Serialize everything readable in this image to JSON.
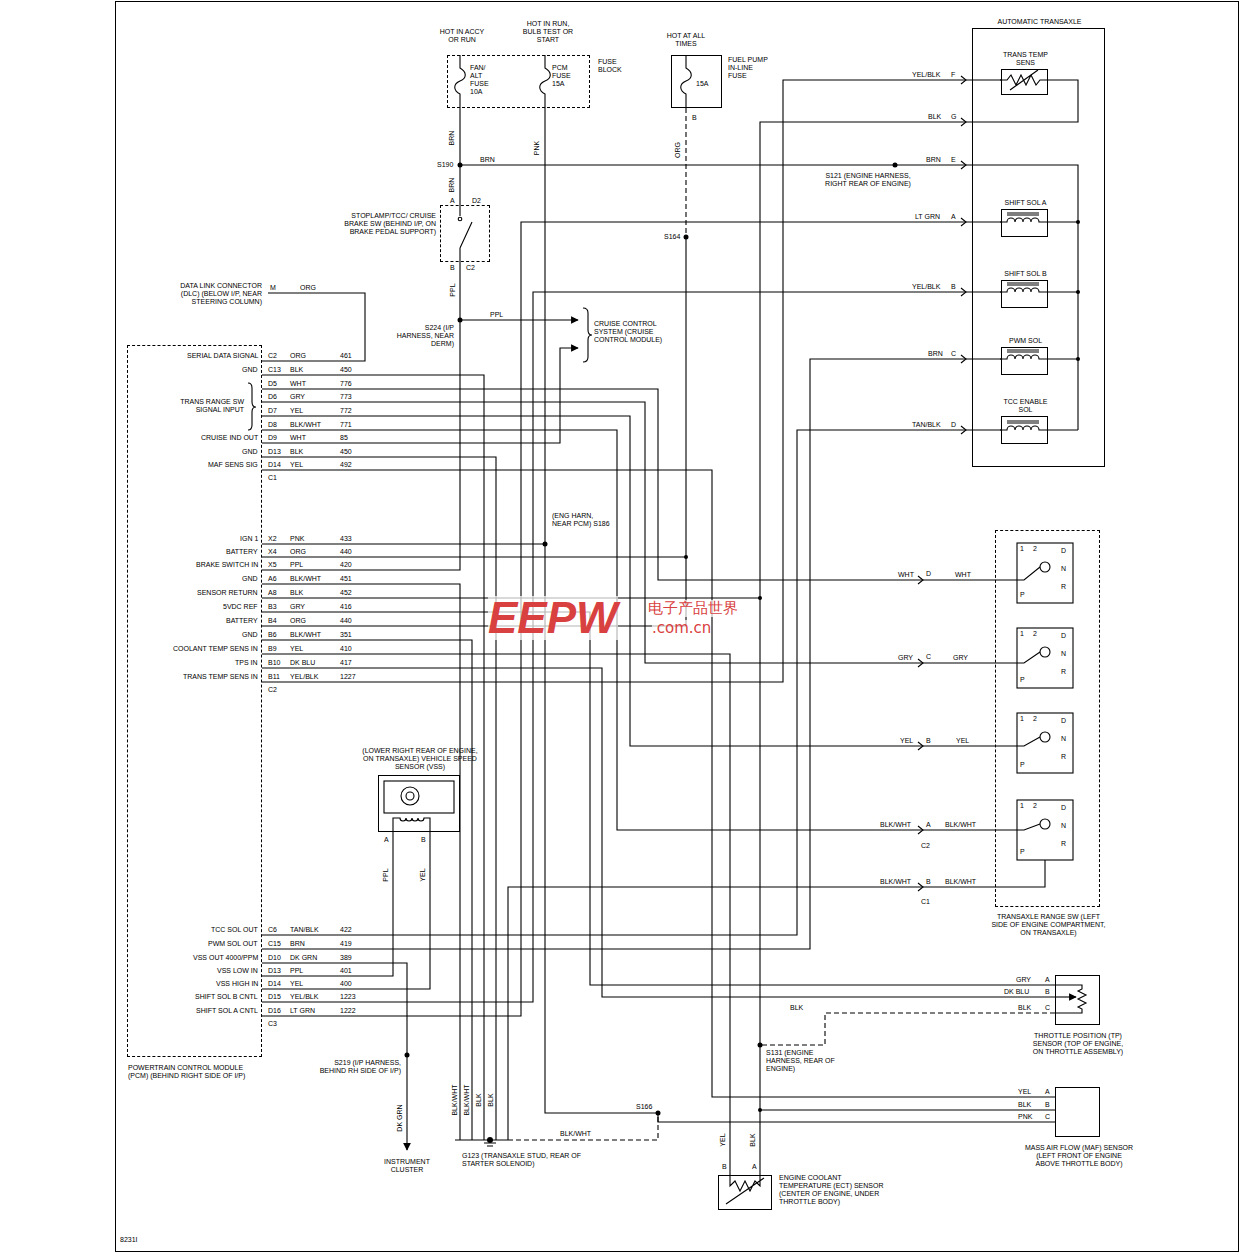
{
  "diagram": {
    "nodes": [
      {
        "text": [
          "FUSE BLOCK",
          "FAN/ ALT FUSE 10A",
          "PCM FUSE 15A"
        ]
      },
      {
        "text": [
          "FUEL PUMP IN-LINE FUSE",
          "15A"
        ]
      },
      {
        "text": [
          "STOPLAMP/TCC/ CRUISE BRAKE SW (BEHIND I/P, ON BRAKE PEDAL SUPPORT)"
        ]
      },
      {
        "text": [
          "POWERTRAIN CONTROL MODULE (PCM) (BEHIND RIGHT SIDE OF I/P)"
        ]
      },
      {
        "text": [
          "AUTOMATIC TRANSAXLE"
        ]
      },
      {
        "text": [
          "TRANS TEMP SENS"
        ],
        "in": 4
      },
      {
        "text": [
          "SHIFT SOL A"
        ],
        "in": 4
      },
      {
        "text": [
          "SHIFT SOL B"
        ],
        "in": 4
      },
      {
        "text": [
          "PWM SOL"
        ],
        "in": 4
      },
      {
        "text": [
          "TCC ENABLE SOL"
        ],
        "in": 4
      },
      {
        "text": [
          "TRANSAXLE RANGE SW (LEFT SIDE OF ENGINE COMPARTMENT, ON TRANSAXLE)"
        ]
      },
      {
        "text": [
          "(LOWER RIGHT REAR OF ENGINE, ON TRANSAXLE) VEHICLE SPEED SENSOR (VSS)"
        ]
      },
      {
        "text": [
          "THROTTLE POSITION (TP) SENSOR (TOP OF ENGINE, ON THROTTLE ASSEMBLY)"
        ]
      },
      {
        "text": [
          "MASS AIR FLOW (MAF) SENSOR (LEFT FRONT OF ENGINE ABOVE THROTTLE BODY)"
        ]
      },
      {
        "text": [
          "ENGINE COOLANT TEMPERATURE (ECT) SENSOR (CENTER OF ENGINE, UNDER THROTTLE BODY)"
        ]
      }
    ],
    "edges": [
      {
        "from": 5,
        "to": 3,
        "arrow": "none",
        "label": "YEL/BLK"
      },
      {
        "from": 6,
        "to": 3,
        "arrow": "none",
        "label": "LT GRN"
      },
      {
        "from": 7,
        "to": 3,
        "arrow": "none",
        "label": "YEL/BLK"
      },
      {
        "from": 8,
        "to": 3,
        "arrow": "none",
        "label": "BRN"
      },
      {
        "from": 9,
        "to": 3,
        "arrow": "none",
        "label": "TAN/BLK"
      },
      {
        "from": 10,
        "to": 3,
        "arrow": "none",
        "label": "WHT"
      },
      {
        "from": 10,
        "to": 3,
        "arrow": "none",
        "label": "GRY"
      },
      {
        "from": 10,
        "to": 3,
        "arrow": "none",
        "label": "YEL"
      },
      {
        "from": 10,
        "to": 3,
        "arrow": "none",
        "label": "BLK/WHT"
      },
      {
        "from": 12,
        "to": 3,
        "arrow": "none",
        "label": "DK BLU"
      },
      {
        "from": 12,
        "to": 3,
        "arrow": "none",
        "label": "GRY"
      },
      {
        "from": 13,
        "to": 3,
        "arrow": "none",
        "label": "YEL"
      },
      {
        "from": 14,
        "to": 3,
        "arrow": "none",
        "label": "YEL"
      },
      {
        "from": 11,
        "to": 3,
        "arrow": "none",
        "label": "PPL"
      },
      {
        "from": 11,
        "to": 3,
        "arrow": "none",
        "label": "YEL"
      }
    ],
    "labels": [
      "HOT IN ACCY OR RUN",
      "HOT IN RUN, BULB TEST OR START",
      "HOT AT ALL TIMES",
      "BRN",
      "PNK",
      "ORG",
      "B",
      "S190",
      "BRN",
      "BRN",
      "A",
      "D2",
      "B",
      "C2",
      "PPL",
      "S224 (I/P HARNESS, NEAR DERM)",
      "PPL",
      "CRUISE CONTROL SYSTEM (CRUISE CONTROL MODULE)",
      "S164",
      "S121 (ENGINE HARNESS, RIGHT REAR OF ENGINE)",
      "F",
      "BLK",
      "G",
      "BRN",
      "E",
      "A",
      "B",
      "C",
      "D",
      "DATA LINK CONNECTOR (DLC) (BELOW I/P, NEAR STEERING COLUMN)",
      "M",
      "ORG",
      "SERIAL DATA SIGNAL",
      "C2",
      "ORG",
      "461",
      "GND",
      "C13",
      "BLK",
      "450",
      "D5",
      "WHT",
      "776",
      "D6",
      "GRY",
      "773",
      "D7",
      "YEL",
      "772",
      "D8",
      "BLK/WHT",
      "771",
      "TRANS RANGE SW SIGNAL INPUT",
      "CRUISE IND OUT",
      "D9",
      "WHT",
      "85",
      "GND",
      "D13",
      "BLK",
      "450",
      "MAF SENS SIG",
      "D14",
      "YEL",
      "492",
      "C1",
      "IGN 1",
      "X2",
      "PNK",
      "433",
      "BATTERY",
      "X4",
      "ORG",
      "440",
      "BRAKE SWITCH IN",
      "X5",
      "PPL",
      "420",
      "GND",
      "A6",
      "BLK/WHT",
      "451",
      "SENSOR RETURN",
      "A8",
      "BLK",
      "452",
      "5VDC REF",
      "B3",
      "GRY",
      "416",
      "BATTERY",
      "B4",
      "ORG",
      "440",
      "GND",
      "B6",
      "BLK/WHT",
      "351",
      "COOLANT TEMP SENS IN",
      "B9",
      "YEL",
      "410",
      "TPS IN",
      "B10",
      "DK BLU",
      "417",
      "TRANS TEMP SENS IN",
      "B11",
      "YEL/BLK",
      "1227",
      "C2",
      "TCC SOL OUT",
      "C6",
      "TAN/BLK",
      "422",
      "PWM SOL OUT",
      "C15",
      "BRN",
      "419",
      "VSS OUT 4000/PPM",
      "D10",
      "DK GRN",
      "389",
      "VSS LOW IN",
      "D13",
      "PPL",
      "401",
      "VSS HIGH IN",
      "D14",
      "YEL",
      "400",
      "SHIFT SOL B CNTL",
      "D15",
      "YEL/BLK",
      "1223",
      "SHIFT SOL A CNTL",
      "D16",
      "LT GRN",
      "1222",
      "C3",
      "(ENG HARN, NEAR PCM) S186",
      "A",
      "B",
      "S219 (I/P HARNESS, BEHIND RH SIDE OF I/P)",
      "DK GRN",
      "INSTRUMENT CLUSTER",
      "BLK/WHT",
      "BLK/WHT",
      "BLK",
      "BLK",
      "G123 (TRANSAXLE STUD, REAR OF STARTER SOLENOID)",
      "BLK/WHT",
      "S166",
      "S131 (ENGINE HARNESS, REAR OF ENGINE)",
      "BLK",
      "A",
      "B",
      "C",
      "BLK",
      "A",
      "B",
      "C",
      "BLK",
      "PNK",
      "B",
      "A",
      "BLK",
      "D",
      "WHT",
      "C",
      "GRY",
      "B",
      "YEL",
      "A",
      "BLK/WHT",
      "C2",
      "BLK/WHT",
      "B",
      "BLK/WHT",
      "C1",
      "EEPW",
      "电子产品世界",
      ".com.cn",
      "8231I",
      "1",
      "2",
      "D",
      "N",
      "R",
      "P",
      "1",
      "2",
      "D",
      "N",
      "R",
      "P",
      "1",
      "2",
      "D",
      "N",
      "R",
      "P",
      "1",
      "2",
      "D",
      "N",
      "R",
      "P"
    ]
  }
}
